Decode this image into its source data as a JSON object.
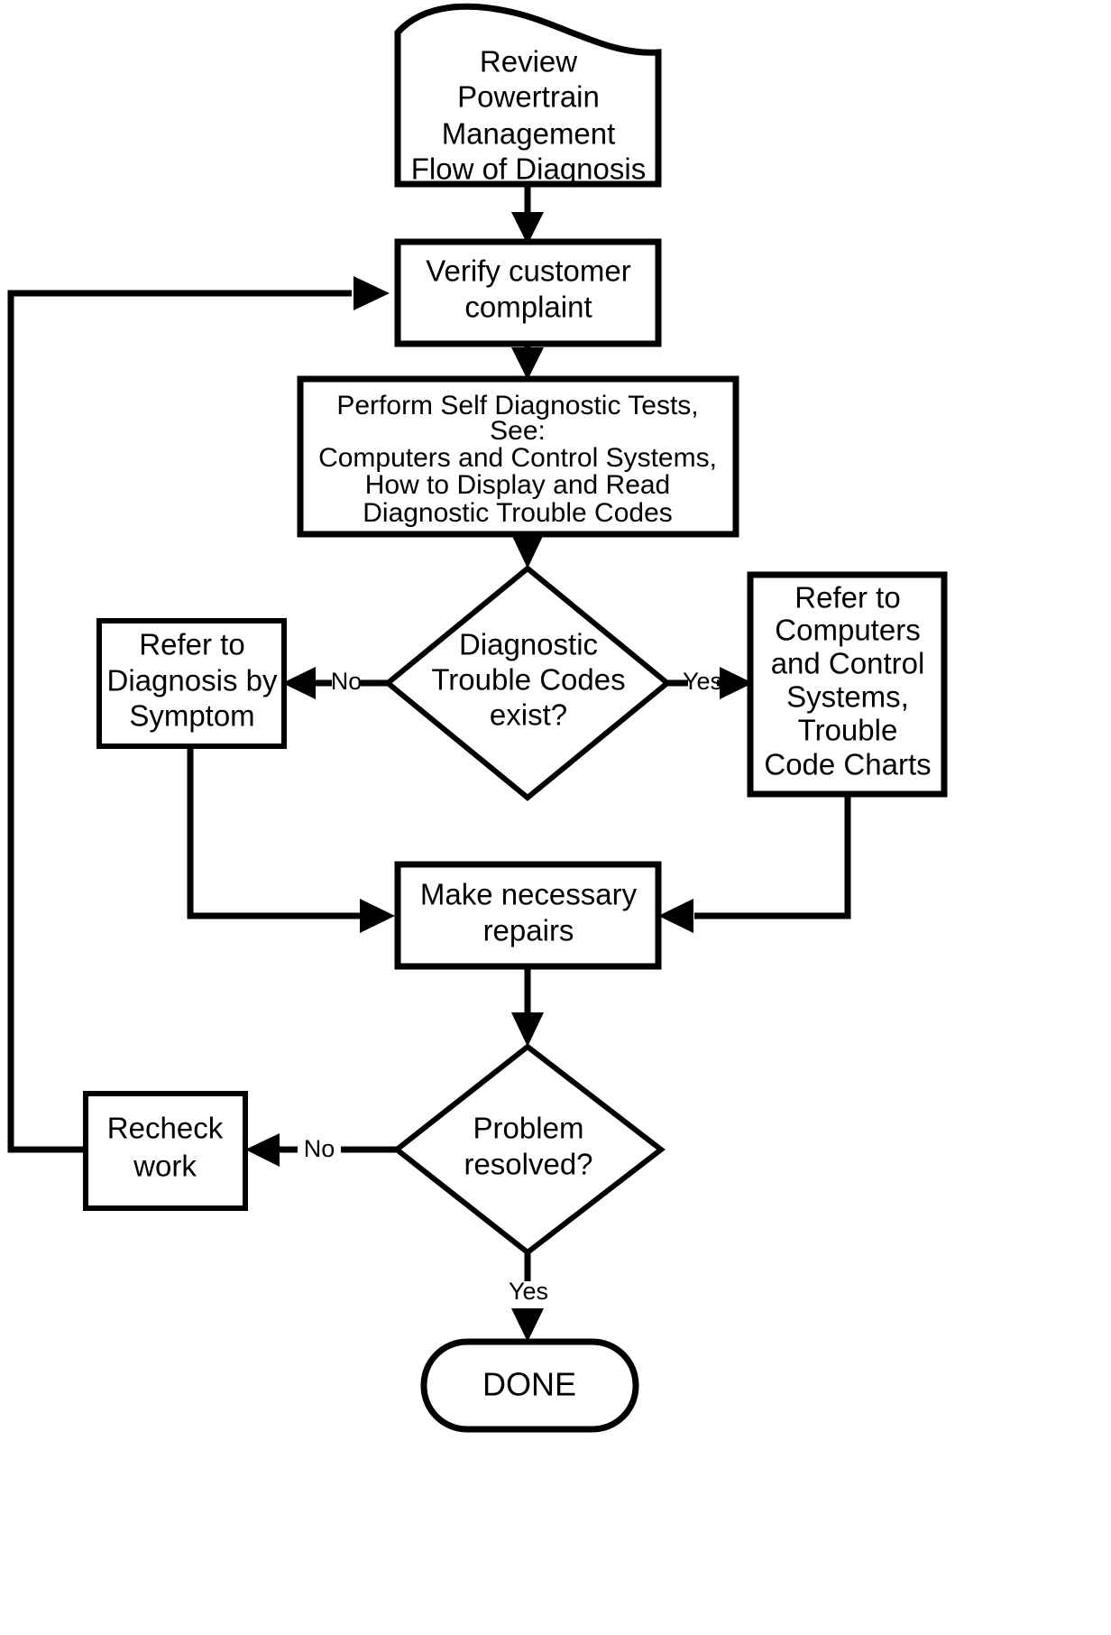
{
  "diagram": {
    "type": "flowchart",
    "title": "Powertrain Management Flow of Diagnosis",
    "colors": {
      "stroke": "#000000",
      "fill": "#ffffff",
      "text": "#000000"
    },
    "nodes": {
      "review": {
        "shape": "document",
        "lines": [
          "Review",
          "Powertrain",
          "Management",
          "Flow of Diagnosis"
        ]
      },
      "verify": {
        "shape": "process",
        "lines": [
          "Verify customer",
          "complaint"
        ]
      },
      "self_test": {
        "shape": "process",
        "lines": [
          "Perform Self Diagnostic Tests,",
          "See:",
          "Computers and Control Systems,",
          "How to Display and Read",
          "Diagnostic Trouble Codes"
        ]
      },
      "dtc_decision": {
        "shape": "decision",
        "lines": [
          "Diagnostic",
          "Trouble Codes",
          "exist?"
        ]
      },
      "refer_symptom": {
        "shape": "process",
        "lines": [
          "Refer to",
          "Diagnosis by",
          "Symptom"
        ]
      },
      "refer_charts": {
        "shape": "process",
        "lines": [
          "Refer to",
          "Computers",
          "and Control",
          "Systems,",
          "Trouble",
          "Code Charts"
        ]
      },
      "repairs": {
        "shape": "process",
        "lines": [
          "Make necessary",
          "repairs"
        ]
      },
      "resolved_decision": {
        "shape": "decision",
        "lines": [
          "Problem",
          "resolved?"
        ]
      },
      "recheck": {
        "shape": "process",
        "lines": [
          "Recheck",
          "work"
        ]
      },
      "done": {
        "shape": "terminator",
        "lines": [
          "DONE"
        ]
      }
    },
    "edge_labels": {
      "dtc_no": "No",
      "dtc_yes": "Yes",
      "resolved_no": "No",
      "resolved_yes": "Yes"
    }
  }
}
